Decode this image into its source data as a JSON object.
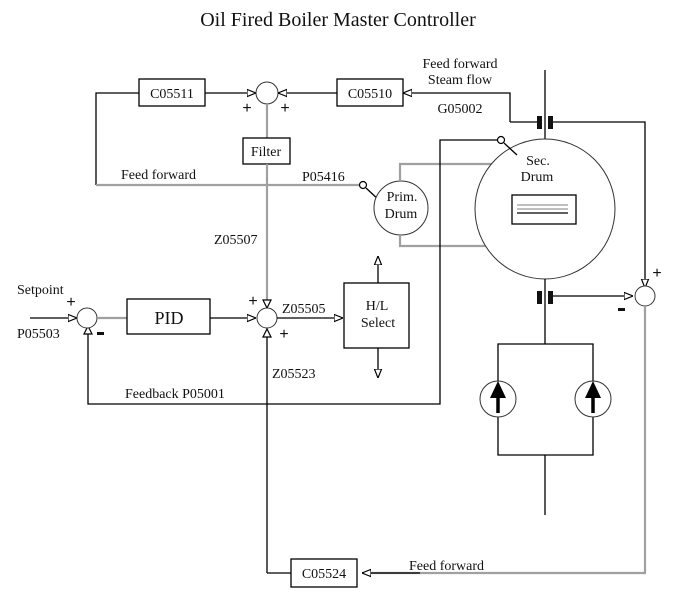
{
  "title": "Oil Fired Boiler Master Controller",
  "blocks": {
    "c05511": "C05511",
    "c05510": "C05510",
    "filter": "Filter",
    "pid": "PID",
    "hl_select_line1": "H/L",
    "hl_select_line2": "Select",
    "c05524": "C05524",
    "prim_drum_line1": "Prim.",
    "prim_drum_line2": "Drum",
    "sec_drum_line1": "Sec.",
    "sec_drum_line2": "Drum"
  },
  "labels": {
    "feed_forward_steam_line1": "Feed forward",
    "feed_forward_steam_line2": "Steam flow",
    "g05002": "G05002",
    "feed_forward_left": "Feed forward",
    "p05416": "P05416",
    "z05507": "Z05507",
    "setpoint": "Setpoint",
    "p05503": "P05503",
    "z05505": "Z05505",
    "z05523": "Z05523",
    "feedback": "Feedback P05001",
    "feed_forward_bottom": "Feed forward"
  },
  "signs": {
    "plus": "+",
    "minus": "-"
  }
}
